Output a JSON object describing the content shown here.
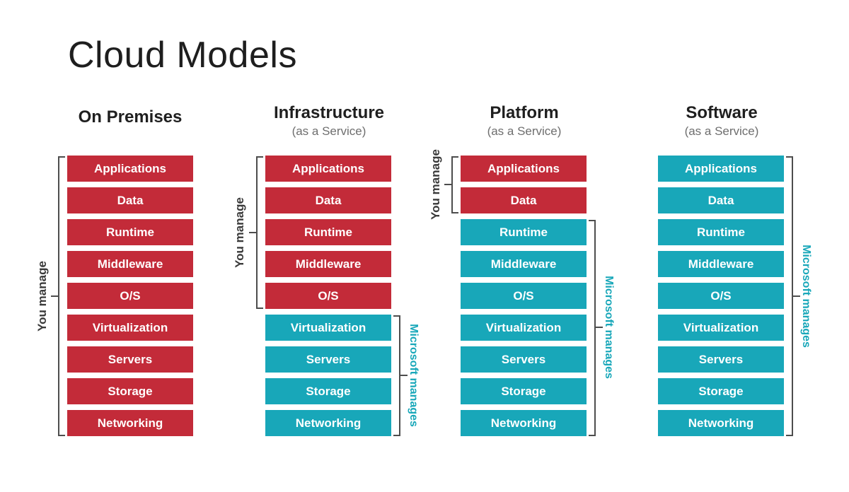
{
  "title": "Cloud Models",
  "labels": {
    "you_manage": "You manage",
    "microsoft_manages": "Microsoft manages"
  },
  "colors": {
    "red": "#C32B39",
    "teal": "#18A7B9",
    "bracket": "#4D4D4D",
    "you_label": "#3A3A3A",
    "microsoft_label": "#18A7B9",
    "subtitle": "#6E6E6E",
    "title": "#1E1E1E",
    "box_text": "#FFFFFF"
  },
  "layers": [
    "Applications",
    "Data",
    "Runtime",
    "Middleware",
    "O/S",
    "Virtualization",
    "Servers",
    "Storage",
    "Networking"
  ],
  "columns": [
    {
      "title": "On Premises",
      "subtitle": "",
      "left_label": "You manage",
      "boxes": [
        {
          "label": "Applications",
          "color": "#C32B39"
        },
        {
          "label": "Data",
          "color": "#C32B39"
        },
        {
          "label": "Runtime",
          "color": "#C32B39"
        },
        {
          "label": "Middleware",
          "color": "#C32B39"
        },
        {
          "label": "O/S",
          "color": "#C32B39"
        },
        {
          "label": "Virtualization",
          "color": "#C32B39"
        },
        {
          "label": "Servers",
          "color": "#C32B39"
        },
        {
          "label": "Storage",
          "color": "#C32B39"
        },
        {
          "label": "Networking",
          "color": "#C32B39"
        }
      ]
    },
    {
      "title": "Infrastructure",
      "subtitle": "(as a Service)",
      "left_label": "You manage",
      "right_label": "Microsoft manages",
      "boxes": [
        {
          "label": "Applications",
          "color": "#C32B39"
        },
        {
          "label": "Data",
          "color": "#C32B39"
        },
        {
          "label": "Runtime",
          "color": "#C32B39"
        },
        {
          "label": "Middleware",
          "color": "#C32B39"
        },
        {
          "label": "O/S",
          "color": "#C32B39"
        },
        {
          "label": "Virtualization",
          "color": "#18A7B9"
        },
        {
          "label": "Servers",
          "color": "#18A7B9"
        },
        {
          "label": "Storage",
          "color": "#18A7B9"
        },
        {
          "label": "Networking",
          "color": "#18A7B9"
        }
      ]
    },
    {
      "title": "Platform",
      "subtitle": "(as a Service)",
      "left_label": "You manage",
      "right_label": "Microsoft manages",
      "boxes": [
        {
          "label": "Applications",
          "color": "#C32B39"
        },
        {
          "label": "Data",
          "color": "#C32B39"
        },
        {
          "label": "Runtime",
          "color": "#18A7B9"
        },
        {
          "label": "Middleware",
          "color": "#18A7B9"
        },
        {
          "label": "O/S",
          "color": "#18A7B9"
        },
        {
          "label": "Virtualization",
          "color": "#18A7B9"
        },
        {
          "label": "Servers",
          "color": "#18A7B9"
        },
        {
          "label": "Storage",
          "color": "#18A7B9"
        },
        {
          "label": "Networking",
          "color": "#18A7B9"
        }
      ]
    },
    {
      "title": "Software",
      "subtitle": "(as a Service)",
      "right_label": "Microsoft manages",
      "boxes": [
        {
          "label": "Applications",
          "color": "#18A7B9"
        },
        {
          "label": "Data",
          "color": "#18A7B9"
        },
        {
          "label": "Runtime",
          "color": "#18A7B9"
        },
        {
          "label": "Middleware",
          "color": "#18A7B9"
        },
        {
          "label": "O/S",
          "color": "#18A7B9"
        },
        {
          "label": "Virtualization",
          "color": "#18A7B9"
        },
        {
          "label": "Servers",
          "color": "#18A7B9"
        },
        {
          "label": "Storage",
          "color": "#18A7B9"
        },
        {
          "label": "Networking",
          "color": "#18A7B9"
        }
      ]
    }
  ]
}
